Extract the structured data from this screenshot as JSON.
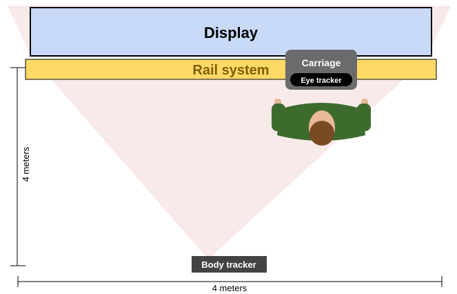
{
  "display": {
    "label": "Display"
  },
  "rail": {
    "label": "Rail system"
  },
  "carriage": {
    "label": "Carriage",
    "eye_tracker_label": "Eye tracker"
  },
  "body_tracker": {
    "label": "Body tracker"
  },
  "dimensions": {
    "vertical_label": "4 meters",
    "horizontal_label": "4 meters"
  },
  "colors": {
    "display_fill": "#c9daf8",
    "rail_fill": "#ffd966",
    "rail_text": "#7f6000",
    "carriage_fill": "#6b6b6b",
    "tracker_fill": "#434343",
    "field_of_view": "#f8e6e6",
    "person_shirt": "#3d6b2e",
    "person_hair": "#7a4a22"
  },
  "icons": [
    "person-top-view-icon"
  ]
}
